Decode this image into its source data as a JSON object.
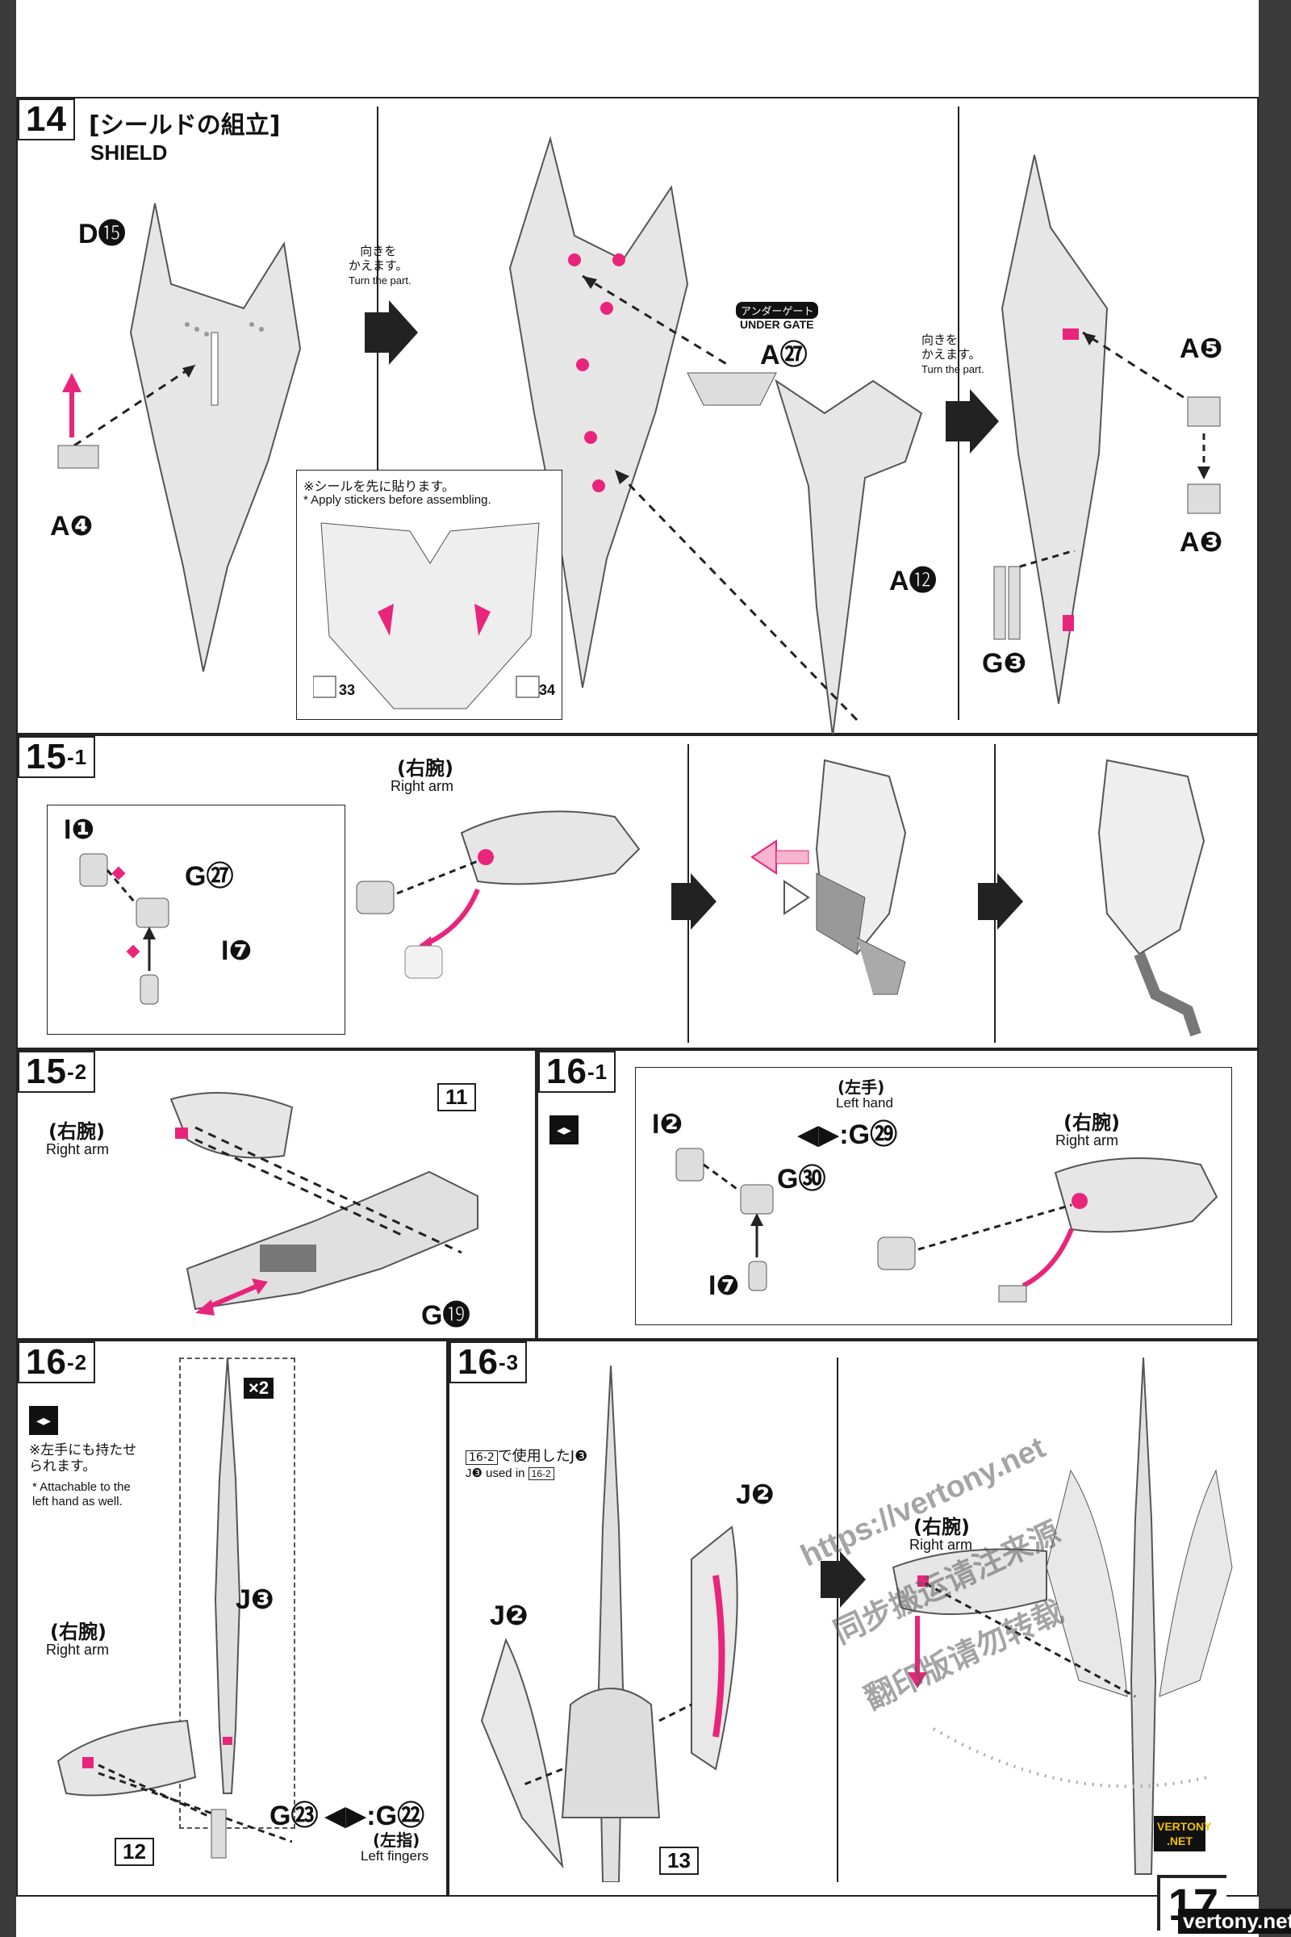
{
  "page_number": "17",
  "step14": {
    "number": "14",
    "title_jp": "[シールドの組立]",
    "title_en": "SHIELD",
    "turn_jp": "向きを\nかえます。",
    "turn_en": "Turn the part.",
    "under_gate_jp": "アンダーゲート",
    "under_gate_en": "UNDER GATE",
    "sticker_note_jp": "※シールを先に貼ります。",
    "sticker_note_en": "* Apply stickers before assembling.",
    "parts": {
      "d15": "D",
      "a4": "A",
      "a27": "A",
      "a12": "A",
      "a5": "A",
      "a3": "A",
      "g3": "G"
    },
    "sticker_nums": [
      "33",
      "34"
    ]
  },
  "step15_1": {
    "number": "15",
    "sub": "-1",
    "right_arm_jp": "(右腕)",
    "right_arm_en": "Right arm",
    "parts": {
      "i1": "I",
      "g27": "G",
      "i7": "I"
    }
  },
  "step15_2": {
    "number": "15",
    "sub": "-2",
    "right_arm_jp": "(右腕)",
    "right_arm_en": "Right arm",
    "part_box": "11",
    "g19": "G"
  },
  "step16_1": {
    "number": "16",
    "sub": "-1",
    "left_hand_jp": "(左手)",
    "left_hand_en": "Left hand",
    "right_arm_jp": "(右腕)",
    "right_arm_en": "Right arm",
    "parts": {
      "i2": "I",
      "g29": ":G",
      "g30": "G",
      "i7": "I"
    }
  },
  "step16_2": {
    "number": "16",
    "sub": "-2",
    "note_jp": "※左手にも持たせ\nられます。",
    "note_en": "* Attachable to the\nleft hand as well.",
    "right_arm_jp": "(右腕)",
    "right_arm_en": "Right arm",
    "times": "×2",
    "j3": "J",
    "part_box": "12",
    "g23": "G",
    "g22": ":G",
    "left_fingers_jp": "(左指)",
    "left_fingers_en": "Left fingers"
  },
  "step16_3": {
    "number": "16",
    "sub": "-3",
    "used_jp": "で使用したJ",
    "used_en": "used in",
    "ref": "16-2",
    "j2": "J",
    "part_box": "13",
    "right_arm_jp": "(右腕)",
    "right_arm_en": "Right arm"
  },
  "watermark": {
    "url": "https://vertony.net",
    "line2": "同步搬运请注来源",
    "line3": "翻印版请勿转载"
  },
  "logo": "VERTONY\n.NET",
  "footer_url": "vertony.net",
  "colors": {
    "accent": "#e8257a",
    "frame": "#3a3a3a"
  }
}
